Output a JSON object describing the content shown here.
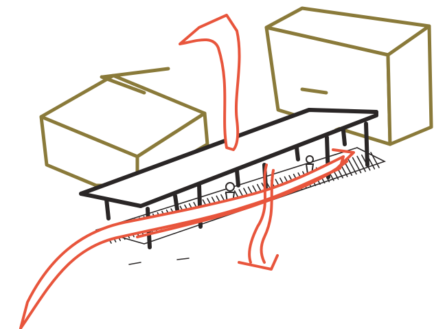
{
  "scene": {
    "background_color": "#ffffff",
    "colors": {
      "building_outline": "#8a7a3a",
      "canopy_outline": "#2a2626",
      "flow_arrows": "#e8553c",
      "hatching": "#2a2626"
    },
    "elements": [
      "building-left",
      "building-right",
      "canopy-roof",
      "canopy-posts",
      "hatched-ground-shadow",
      "person-figures",
      "circulation-arrows"
    ]
  }
}
